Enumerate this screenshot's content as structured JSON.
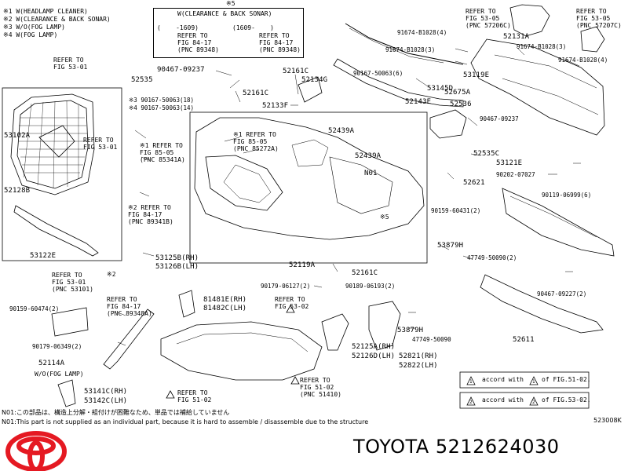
{
  "legend": {
    "l1": "※1 W(HEADLAMP CLEANER)",
    "l2": "※2 W(CLEARANCE & BACK SONAR)",
    "l3": "※3 W/O(FOG LAMP)",
    "l4": "※4 W(FOG LAMP)"
  },
  "sonar_box": {
    "mark": "※5",
    "title": "W(CLEARANCE & BACK SONAR)",
    "col1_range": "(    -1609)",
    "col2_range": "(1609-    )",
    "col1_ref": "REFER TO\nFIG 84-17\n(PNC 89348)",
    "col2_ref": "REFER TO\nFIG 84-17\n(PNC 89348)"
  },
  "refs": {
    "r_53_01_a": "REFER TO\nFIG 53-01",
    "r_53_01_b": "REFER TO\nFIG 53-01",
    "r_85_05": "※1 REFER TO\nFIG 85-05\n(PNC 85341A)",
    "r_84_17": "※2 REFER TO\nFIG 84-17\n(PNC 89341B)",
    "r_85_05b": "※1 REFER TO\nFIG 85-05\n(PNC 85272A)",
    "r_53_01_c": "REFER TO\nFIG 53-01\n(PNC 53101)",
    "r_84_17b": "REFER TO\nFIG 84-17\n(PNC 89348A)",
    "r_53_02": "REFER TO\nFIG 53-02",
    "r_51_02": "REFER TO\nFIG 51-02",
    "r_51_02b": "REFER TO\nFIG 51-02\n(PNC 51410)",
    "r_53_05a": "REFER TO\nFIG 53-05\n(PNC 57206C)",
    "r_53_05b": "REFER TO\nFIG 53-05\n(PNC 57207C)",
    "mark2": "※2",
    "wo_fog": "W/O(FOG LAMP)",
    "mark5": "※5"
  },
  "parts": {
    "p90467_09237_a": "90467-09237",
    "p52535": "52535",
    "p52161C_a": "52161C",
    "p52134G": "52134G",
    "p52161C_b": "52161C",
    "p52133F": "52133F",
    "p90167_63_18": "※3 90167-50063(18)",
    "p90167_63_14": "※4 90167-50063(14)",
    "p53102A": "53102A",
    "p52128B": "52128B",
    "p53122E": "53122E",
    "p52439A_a": "52439A",
    "p52439A_b": "52439A",
    "pN01": "N01",
    "p52119A": "52119A",
    "p53125B": "53125B(RH)",
    "p53126B": "53126B(LH)",
    "p90167_63_6": "90167-50063(6)",
    "p53145D": "53145D",
    "p52143E": "52143E",
    "p91674_4a": "91674-B1028(4)",
    "p91674_3a": "91674-B1028(3)",
    "p91674_3b": "91674-B1028(3)",
    "p91674_4b": "91674-B1028(4)",
    "p52131A": "52131A",
    "p53119E": "53119E",
    "p52675A": "52675A",
    "p52536": "52536",
    "p90467_09237_b": "90467-09237",
    "p52535C": "52535C",
    "p53121E": "53121E",
    "p90202": "90202-07027",
    "p52621": "52621",
    "p90119": "90119-06999(6)",
    "p90159_61": "90159-60431(2)",
    "p53879H_a": "53879H",
    "p47749_2": "47749-50090(2)",
    "p52161C_c": "52161C",
    "p90179_62": "90179-06127(2)",
    "p90189": "90189-06193(2)",
    "p90467_09227": "90467-09227(2)",
    "p81481E": "81481E(RH)",
    "p81482C": "81482C(LH)",
    "p90159_60474": "90159-60474(2)",
    "p90179_06349": "90179-06349(2)",
    "p52114A": "52114A",
    "p53879H_b": "53879H",
    "p47749_b": "47749-50090",
    "p52125A": "52125A(RH)",
    "p52126D": "52126D(LH)",
    "p52821": "52821(RH)",
    "p52822": "52822(LH)",
    "p52611": "52611",
    "p53141C": "53141C(RH)",
    "p53142C": "53142C(LH)"
  },
  "accord": {
    "a1_left": "1",
    "a1_text": "accord with",
    "a1_right": "1",
    "a1_fig": "of FIG.51-02.",
    "a2_left": "2",
    "a2_text": "accord with",
    "a2_right": "2",
    "a2_fig": "of FIG.53-02."
  },
  "footer": {
    "note_jp": "N01:この部品は、構造上分解・組付けが困難なため、単品では補給していません",
    "note_en": "N01:This part is not supplied as an individual part, because it is hard to assemble / disassemble due to the structure",
    "code": "523008K",
    "brand": "TOYOTA 5212624030"
  }
}
